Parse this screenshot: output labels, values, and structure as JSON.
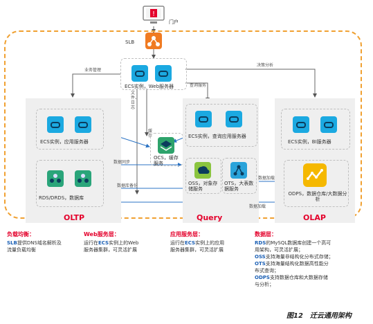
{
  "diagram": {
    "portal_label": "门户",
    "slb_label": "SLB",
    "web_tier_label": "ECS实例，Web服务器",
    "oltp": {
      "title": "OLTP",
      "app_label": "ECS实例，应用服务器",
      "db_label": "RDS/DRDS，数据库"
    },
    "query": {
      "title": "Query",
      "app_label": "ECS实例，查询应用服务器",
      "oss_label": "OSS，对象存储服务",
      "ots_label": "OTS，大表数据服务"
    },
    "olap": {
      "title": "OLAP",
      "app_label": "ECS实例，BI服务器",
      "odps_label": "ODPS，数据仓库/大数据分析"
    },
    "ocs_label": "OCS，缓存服务",
    "edges": {
      "business_mgmt": "业务管理",
      "decision_analysis": "决策分析",
      "query_service": "查询服务",
      "files_logs": "文件、日志",
      "cache": "缓存",
      "data_sync": "数据同步",
      "data_backup": "数据库备份",
      "data_load_1": "数据加载",
      "data_load_2": "数据加载"
    }
  },
  "descriptions": [
    {
      "title": "负载均衡：",
      "lines": [
        [
          {
            "k": "SLB"
          },
          {
            "t": "提供DNS域名解析及"
          }
        ],
        [
          {
            "t": "流量负载均衡"
          }
        ]
      ]
    },
    {
      "title": "Web服务层：",
      "lines": [
        [
          {
            "t": "运行在"
          },
          {
            "k": "ECS"
          },
          {
            "t": "实例上的Web"
          }
        ],
        [
          {
            "t": "服务器集群，可灵活扩展"
          }
        ]
      ]
    },
    {
      "title": "应用服务层：",
      "lines": [
        [
          {
            "t": "运行在"
          },
          {
            "k": "ECS"
          },
          {
            "t": "实例上的应用"
          }
        ],
        [
          {
            "t": "服务器集群，可灵活扩展"
          }
        ]
      ]
    },
    {
      "title": "数据层：",
      "lines": [
        [
          {
            "k": "RDS"
          },
          {
            "t": "的MySQL数据库创建一个高可"
          }
        ],
        [
          {
            "t": "用架构，可灵活扩展；"
          }
        ],
        [
          {
            "k": "OSS"
          },
          {
            "t": "支持海量非结构化分布式存储；"
          }
        ],
        [
          {
            "k": "OTS"
          },
          {
            "t": "支持海量结构化数据高性能分"
          }
        ],
        [
          {
            "t": "布式查询；"
          }
        ],
        [
          {
            "k": "ODPS"
          },
          {
            "t": "支持数据仓库和大数据存储"
          }
        ],
        [
          {
            "t": "与分析；"
          }
        ]
      ]
    }
  ],
  "caption": "图12　迁云通用架构",
  "colors": {
    "accent_red": "#e4002b",
    "orange": "#f0a030",
    "ecs_blue": "#1ba9e1",
    "rds_green": "#2aa57a",
    "oss_green": "#8ac43f",
    "ots_blue": "#29a3da",
    "odps_yellow": "#f5b800",
    "ocs_green": "#2ea36b",
    "slb_orange": "#f07b22"
  }
}
